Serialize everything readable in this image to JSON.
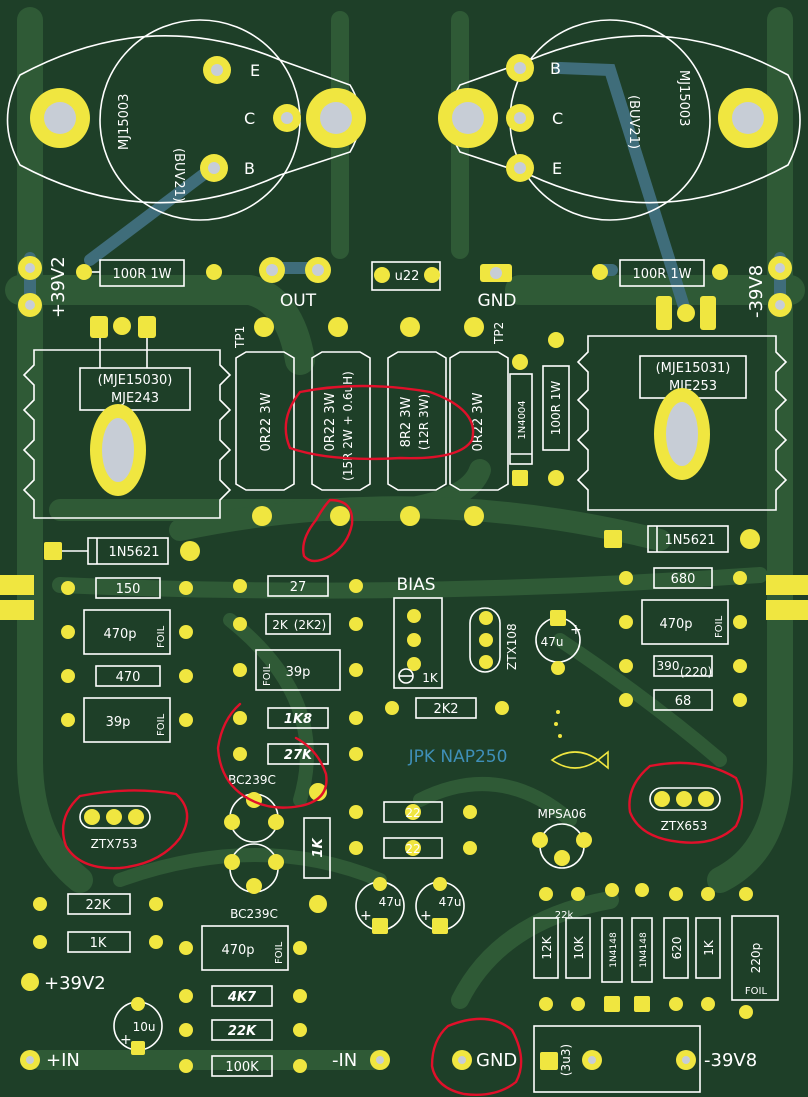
{
  "colors": {
    "board": "#1e3f28",
    "copper": "#2f5a36",
    "pad": "#f0e640",
    "hole": "#c7cdd6",
    "silk": "#ffffff",
    "bottom_trace": "#3f6d7a",
    "annotation": "#e0102a",
    "text_blue": "#3f8fb8"
  },
  "title": "JPK NAP250",
  "transistors_big": {
    "left": {
      "part": "MJ15003",
      "alt": "(BUV21)",
      "pins": [
        "E",
        "C",
        "B"
      ]
    },
    "right": {
      "part": "MJ15003",
      "alt": "(BUV21)",
      "pins": [
        "B",
        "C",
        "E"
      ]
    }
  },
  "driver_left": {
    "alt": "(MJE15030)",
    "part": "MJE243"
  },
  "driver_right": {
    "alt": "(MJE15031)",
    "part": "MJE253"
  },
  "top": {
    "plus_rail": "+39V2",
    "minus_rail": "-39V8",
    "res_left": "100R 1W",
    "res_right": "100R 1W",
    "out": "OUT",
    "gnd": "GND",
    "cap_u22": "u22",
    "tp1": "TP1",
    "tp2": "TP2"
  },
  "power_resistors": [
    {
      "line1": "0R22 3W",
      "line2": ""
    },
    {
      "line1": "0R22 3W",
      "line2": "(15R 2W + 0.6uH)"
    },
    {
      "line1": "8R2 3W",
      "line2": "(12R 3W)"
    },
    {
      "line1": "0R22 3W",
      "line2": ""
    }
  ],
  "right_column": {
    "diode": "1N4004",
    "res": "100R 1W"
  },
  "diodes": {
    "left": "1N5621",
    "right": "1N5621"
  },
  "left_parts": {
    "r150": "150",
    "c470p": "470p",
    "foil": "FOIL",
    "r470": "470",
    "c39p": "39p"
  },
  "mid_parts": {
    "r27": "27",
    "r2k": "2K",
    "r2k_alt": "(2K2)",
    "c39p": "39p",
    "foil": "FOIL",
    "r1k8": "1K8",
    "r27k": "27K",
    "bc239c_top": "BC239C",
    "r1k_vert": "1K",
    "bc239c_bottom": "BC239C",
    "r22a": "22",
    "r22b": "22"
  },
  "bias": {
    "label": "BIAS",
    "pot": "1K",
    "r2k2": "2K2",
    "ztx108": "ZTX108",
    "cap47u": "47u"
  },
  "right_parts": {
    "r680": "680",
    "c470p": "470p",
    "foil": "FOIL",
    "r390": "390",
    "r390_alt": "(220)",
    "r68": "68",
    "ztx653": "ZTX653",
    "mpsa06": "MPSA06"
  },
  "ztx753": "ZTX753",
  "bottom_left": {
    "r22k": "22K",
    "r1k": "1K",
    "plus_rail": "+39V2",
    "cap10u": "10u",
    "plus_in": "+IN",
    "c470p": "470p",
    "foil": "FOIL",
    "r4k7": "4K7",
    "r22k_b": "22K",
    "r100k": "100K",
    "minus_in": "-IN",
    "gnd": "GND"
  },
  "bottom_caps": {
    "c1": "47u",
    "c2": "47u"
  },
  "bottom_right": {
    "r12k": "12K",
    "r10k": "10K",
    "r22k": "22k",
    "d1": "1N4148",
    "d2": "1N4148",
    "r620": "620",
    "r1k": "1K",
    "c220p": "220p",
    "foil": "FOIL",
    "c3u3": "(3u3)",
    "minus_rail": "-39V8"
  }
}
